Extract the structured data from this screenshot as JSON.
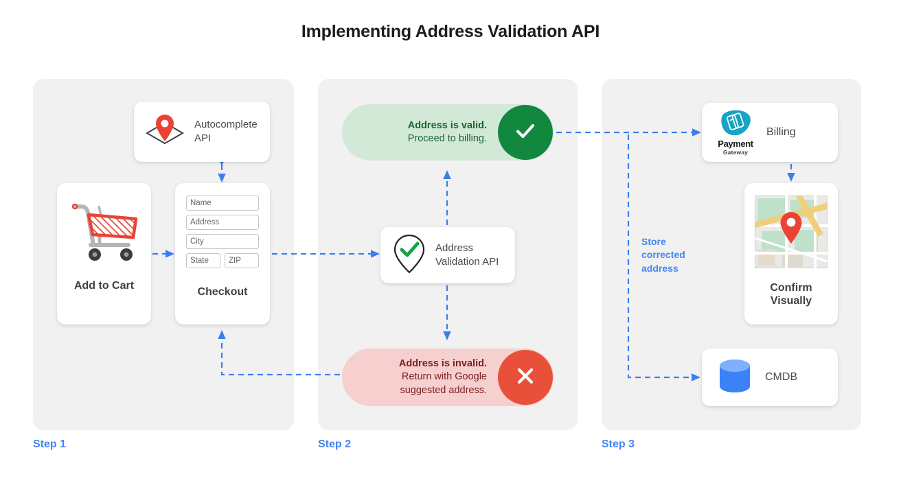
{
  "page": {
    "title": "Implementing Address Validation API",
    "accent_blue": "#4285f4",
    "panel_bg": "#f1f1f1",
    "valid_green": "#12883f",
    "invalid_red": "#e8503a"
  },
  "steps": [
    {
      "label": "Step 1"
    },
    {
      "label": "Step 2"
    },
    {
      "label": "Step 3"
    }
  ],
  "step1": {
    "autocomplete": {
      "label_line1": "Autocomplete",
      "label_line2": "API",
      "icon": "map-pin-diamond-icon"
    },
    "add_to_cart": {
      "label": "Add to Cart",
      "icon": "shopping-cart-icon"
    },
    "checkout": {
      "label": "Checkout",
      "fields": [
        {
          "name": "name-field",
          "value": "Name"
        },
        {
          "name": "address-field",
          "value": "Address"
        },
        {
          "name": "city-field",
          "value": "City"
        }
      ],
      "fields_row": [
        {
          "name": "state-field",
          "value": "State"
        },
        {
          "name": "zip-field",
          "value": "ZIP"
        }
      ]
    }
  },
  "step2": {
    "valid": {
      "headline": "Address is valid.",
      "detail": "Proceed to billing.",
      "badge_icon": "check-icon",
      "bg": "#d3e9d7",
      "badge_color": "#12883f"
    },
    "invalid": {
      "headline": "Address is invalid.",
      "detail_line1": "Return with Google",
      "detail_line2": "suggested address.",
      "badge_icon": "close-icon",
      "bg": "#f6cfcf",
      "badge_color": "#e8503a"
    },
    "validation_api": {
      "label_line1": "Address",
      "label_line2": "Validation API",
      "icon": "map-pin-check-icon"
    }
  },
  "step3": {
    "billing": {
      "label": "Billing",
      "logo_name": "Payment",
      "logo_sub": "Gateway",
      "icon": "payment-gateway-icon"
    },
    "confirm": {
      "label_line1": "Confirm",
      "label_line2": "Visually",
      "icon": "map-thumbnail-icon"
    },
    "cmdb": {
      "label": "CMDB",
      "icon": "database-icon"
    },
    "annotation": {
      "line1": "Store",
      "line2": "corrected",
      "line3": "address"
    }
  }
}
